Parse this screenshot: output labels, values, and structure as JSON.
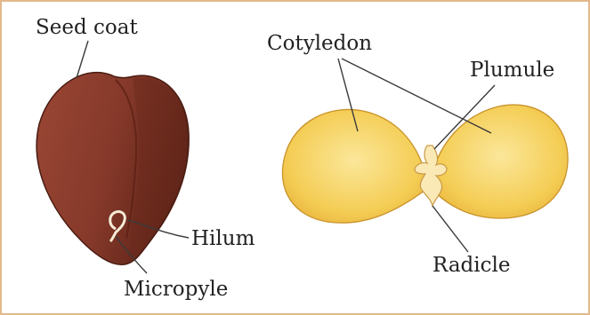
{
  "labels": {
    "seed_coat": "Seed coat",
    "hilum": "Hilum",
    "micropyle": "Micropyle",
    "cotyledon": "Cotyledon",
    "plumule": "Plumule",
    "radicle": "Radicle"
  },
  "colors": {
    "frame_border": "#e2b98a",
    "seed_coat": "#8a3a2a",
    "seed_coat_dark": "#5e2418",
    "cotyledon": "#f2c84b",
    "cotyledon_light": "#fbe79a",
    "embryo_axis": "#fbe9b5",
    "text": "#222222"
  }
}
